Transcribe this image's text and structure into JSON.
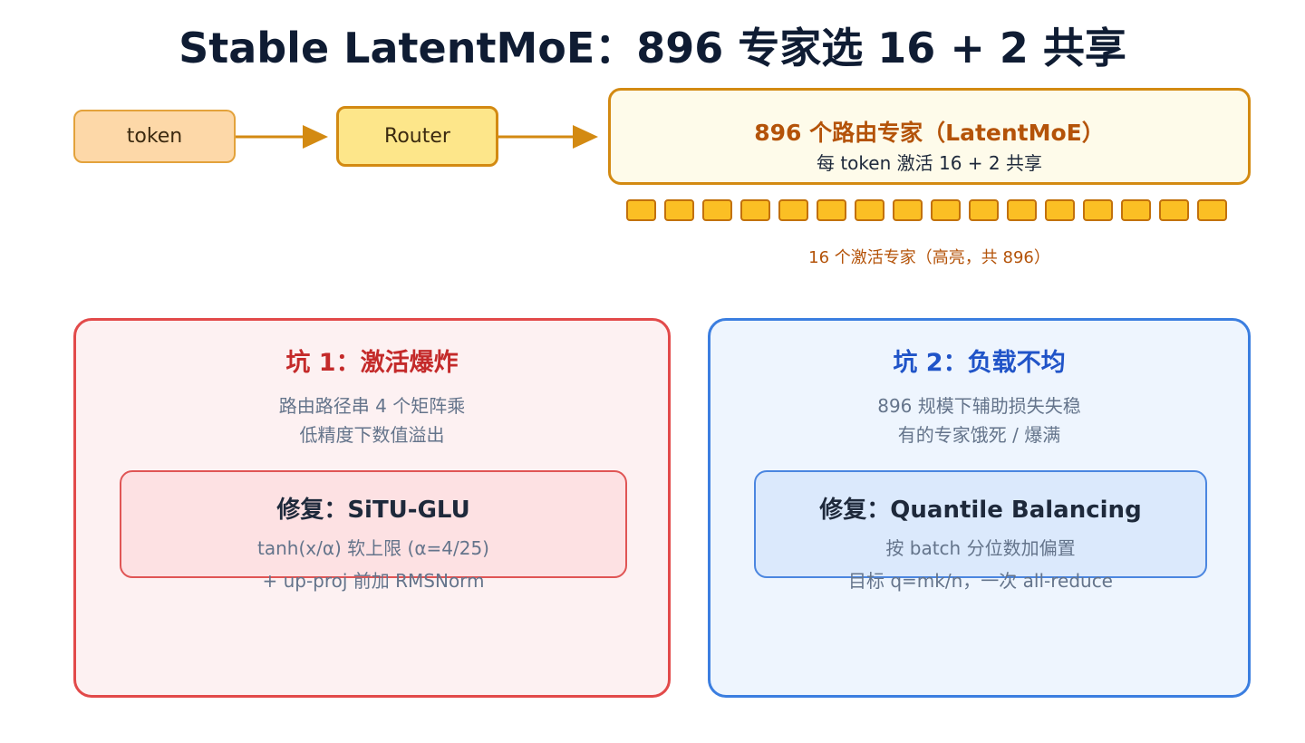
{
  "title": "Stable LatentMoE：896 专家选 16 + 2 共享",
  "flow": {
    "token_label": "token",
    "router_label": "Router",
    "experts_title": "896 个路由专家（LatentMoE）",
    "experts_subtitle": "每 token 激活 16 + 2 共享",
    "active_expert_count": 16,
    "expert_caption": "16 个激活专家（高亮，共 896）"
  },
  "pitfall_1": {
    "title": "坑 1：激活爆炸",
    "description": [
      "路由路径串 4 个矩阵乘",
      "低精度下数值溢出"
    ],
    "fix_title": "修复：SiTU-GLU",
    "fix_description": [
      "tanh(x/α) 软上限 (α=4/25)",
      "+ up-proj 前加 RMSNorm"
    ]
  },
  "pitfall_2": {
    "title": "坑 2：负载不均",
    "description": [
      "896 规模下辅助损失失稳",
      "有的专家饿死 / 爆满"
    ],
    "fix_title": "修复：Quantile Balancing",
    "fix_description": [
      "按 batch 分位数加偏置",
      "目标 q=mk/n，一次 all-reduce"
    ]
  },
  "colors": {
    "accent_orange": "#d38a12",
    "expert_fill": "#fbbf24",
    "red_border": "#e24a4a",
    "blue_border": "#3b7ee0"
  }
}
